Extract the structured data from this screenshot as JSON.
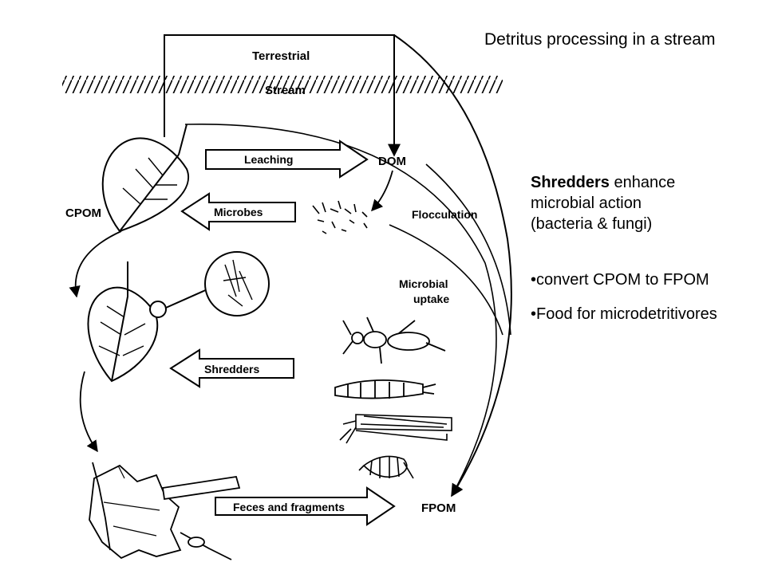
{
  "slide": {
    "title": "Detritus processing in a stream",
    "notes": {
      "bold_term": "Shredders",
      "line1_rest": " enhance",
      "line2": "microbial action",
      "line3": "(bacteria & fungi)",
      "bullets": [
        "•convert CPOM to FPOM",
        "•Food for microdetritivores"
      ]
    }
  },
  "diagram": {
    "labels": {
      "terrestrial": "Terrestrial",
      "stream": "Stream",
      "leaching": "Leaching",
      "dom": "DOM",
      "cpom": "CPOM",
      "microbes": "Microbes",
      "flocculation": "Flocculation",
      "microbial": "Microbial",
      "uptake": "uptake",
      "shredders": "Shredders",
      "feces_fragments": "Feces and fragments",
      "fpom": "FPOM"
    },
    "icons": [
      "leaf-icon",
      "magnifier-circle-icon",
      "particles-icon",
      "insect-icon",
      "larva-icon",
      "caddisfly-icon",
      "amphipod-icon"
    ]
  }
}
